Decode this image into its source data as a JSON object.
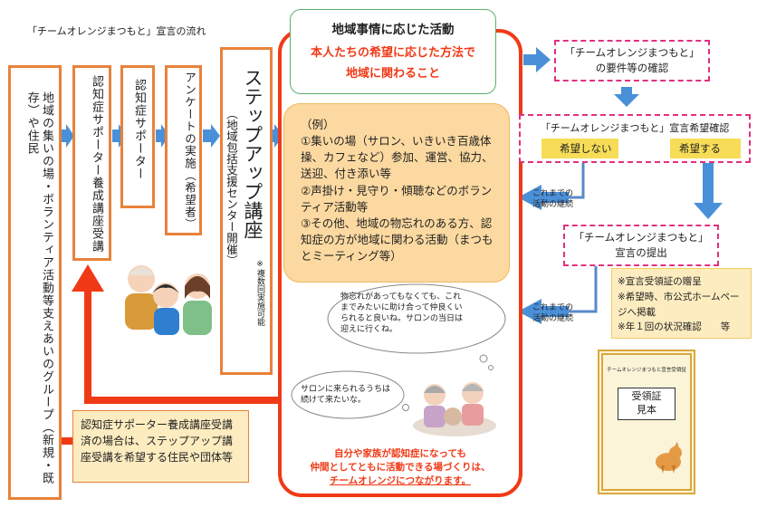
{
  "title": "「チームオレンジまつもと」宣言の流れ",
  "left_column": {
    "community": "地域の集いの場・ボランティア活動等支えあいのグループ（新規・既存）や住民",
    "course": "認知症サポーター養成講座受講",
    "supporter": "認知症サポーター",
    "survey": "アンケートの実施（希望者）",
    "stepup_title": "ステップアップ講座",
    "stepup_sub": "（地域包括支援センター開催）",
    "stepup_note": "※複数回実施可能"
  },
  "center": {
    "green_title": "地域事情に応じた活動",
    "green_line1": "本人たちの希望に応じた方法で",
    "green_line2": "地域に関わること",
    "example_label": "（例）",
    "example_1": "①集いの場（サロン、いきいき百歳体操、カフェなど）参加、運営、協力、送迎、付き添い等",
    "example_2": "②声掛け・見守り・傾聴などのボランティア活動等",
    "example_3": "③その他、地域の物忘れのある方、認知症の方が地域に関わる活動（まつもとミーティング等）",
    "bubble1": "物忘れがあってもなくても、これまでみたいに助け合って仲良くいられると良いね。サロンの当日は迎えに行くね。",
    "bubble2": "サロンに来られるうちは続けて来たいな。",
    "bottom_msg_line1": "自分や家族が認知症になっても",
    "bottom_msg_line2": "仲間としてともに活動できる場づくりは、",
    "bottom_msg_line3": "チームオレンジにつながります。"
  },
  "right": {
    "req_line1": "「チームオレンジまつもと」",
    "req_line2": "の要件等の確認",
    "confirm_title": "「チームオレンジまつもと」宣言希望確認",
    "no_wish": "希望しない",
    "wish": "希望する",
    "continue1_line1": "これまでの",
    "continue1_line2": "活動の継続",
    "submit_line1": "「チームオレンジまつもと」",
    "submit_line2": "宣言の提出",
    "note_1": "※宣言受領証の贈呈",
    "note_2": "※希望時、市公式ホームページへ掲載",
    "note_3": "※年１回の状況確認　　等",
    "continue2_line1": "これまでの",
    "continue2_line2": "活動の継続",
    "cert_title": "チームオレンジまつもと宣言受領証",
    "cert_label_line1": "受領証",
    "cert_label_line2": "見本"
  },
  "bottom_left": "認知症サポーター養成講座受講済の場合は、ステップアップ講座受講を希望する住民や団体等",
  "colors": {
    "orange_border": "#e8823a",
    "red_frame": "#f03a17",
    "pink_dashed": "#e0317f",
    "blue_arrow": "#4a90d9",
    "peach_fill": "#fcd9a0",
    "gold_fill": "#f7dd57"
  }
}
